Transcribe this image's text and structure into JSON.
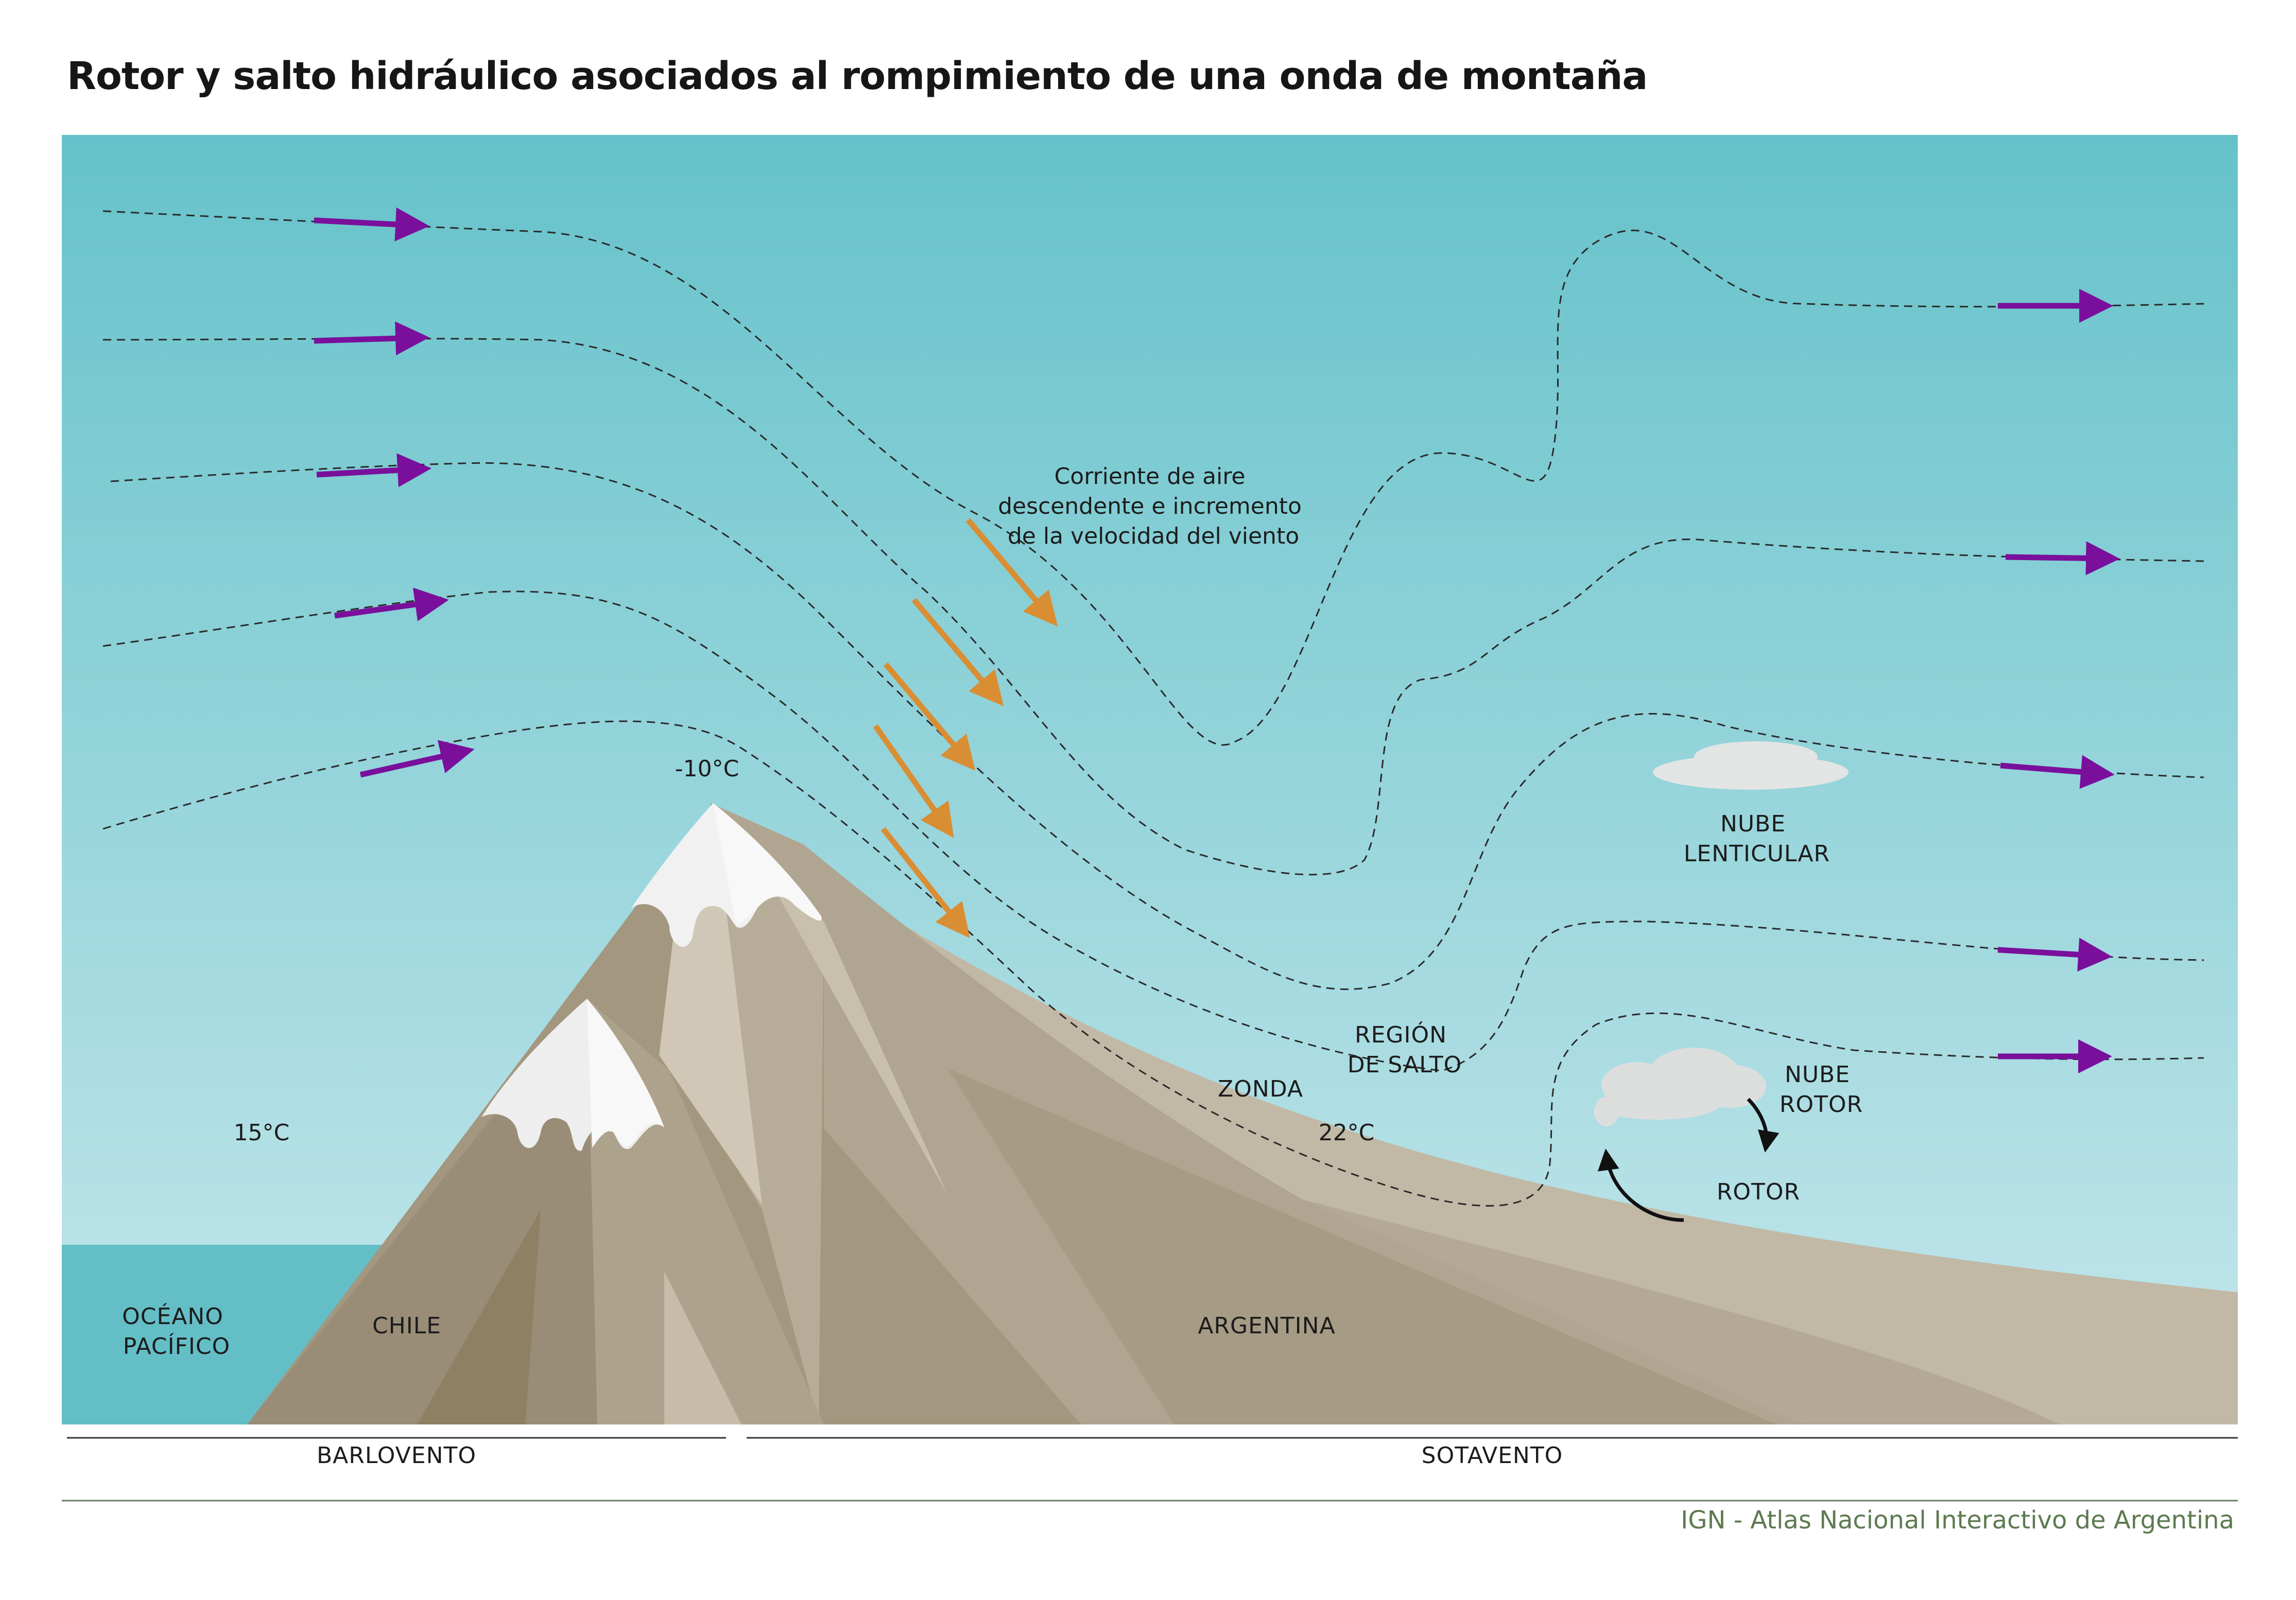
{
  "title": "Rotor y salto hidráulico asociados al rompimiento de una onda de montaña",
  "labels": {
    "descending_air_lines": [
      "Corriente de aire",
      "descendente e incremento",
      "de la velocidad del viento"
    ],
    "summit_temp": "-10°C",
    "windward_temp": "15°C",
    "leeward_temp": "22°C",
    "jump_region": [
      "REGIÓN",
      "DE SALTO"
    ],
    "zonda": "ZONDA",
    "lenticular_cloud": [
      "NUBE",
      "LENTICULAR"
    ],
    "rotor_cloud": [
      "NUBE",
      "ROTOR"
    ],
    "rotor": "ROTOR",
    "ocean": [
      "OCÉANO",
      "PACÍFICO"
    ],
    "chile": "CHILE",
    "argentina": "ARGENTINA"
  },
  "sections": {
    "windward": "BARLOVENTO",
    "leeward": "SOTAVENTO"
  },
  "footer": "IGN - Atlas Nacional Interactivo de Argentina",
  "colors": {
    "sky_top": "#66c2ca",
    "sky_bottom": "#c5e7ec",
    "ocean": "#64bec6",
    "wind_arrow": "#7a0f9c",
    "descent_arrow": "#d98e33",
    "mountain_main": "#a79a84",
    "snow": "#f2f2f2",
    "credit_text": "#5d7a50"
  }
}
